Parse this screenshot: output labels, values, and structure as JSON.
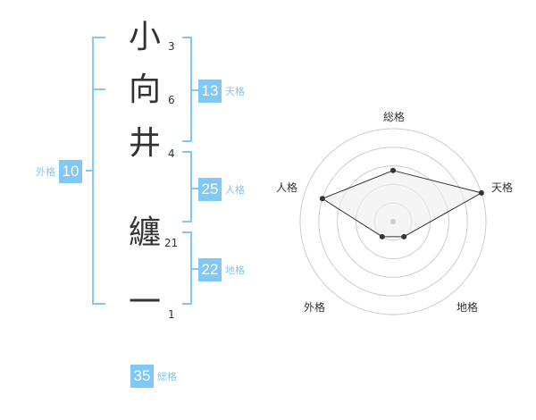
{
  "name_characters": [
    {
      "char": "小",
      "strokes": "3"
    },
    {
      "char": "向",
      "strokes": "6"
    },
    {
      "char": "井",
      "strokes": "4"
    },
    {
      "char": "纏",
      "strokes": "21"
    },
    {
      "char": "一",
      "strokes": "1"
    }
  ],
  "fortune_badges": {
    "tenkaku": {
      "value": "13",
      "label": "天格"
    },
    "jinkaku": {
      "value": "25",
      "label": "人格"
    },
    "chikaku": {
      "value": "22",
      "label": "地格"
    },
    "gaikaku": {
      "value": "10",
      "label": "外格"
    },
    "soukaku": {
      "value": "35",
      "label": "総格"
    }
  },
  "radar": {
    "labels": {
      "top": "総格",
      "right": "天格",
      "bottom_right": "地格",
      "bottom_left": "外格",
      "left": "人格"
    },
    "scores": {
      "soukaku": 0.55,
      "tenkaku": 1.0,
      "chikaku": 0.2,
      "gaikaku": 0.2,
      "jinkaku": 0.8
    },
    "colors": {
      "fill": "#eeeeee",
      "stroke": "#333333",
      "ring": "#cccccc",
      "bracket": "#7fc8f8"
    }
  }
}
